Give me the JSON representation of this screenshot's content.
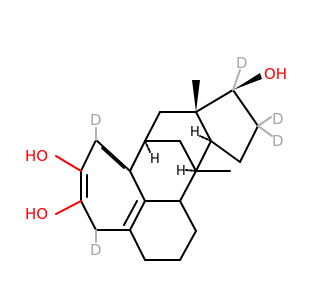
{
  "molecule": {
    "colors": {
      "bond": "#000000",
      "oxygen": "#ff0000",
      "deuterium": "#a6a6a6",
      "hydrogen": "#000000",
      "background": "#ffffff"
    },
    "labels": {
      "oh_top_right": "OH",
      "ho_left_upper": "HO",
      "ho_left_lower": "HO",
      "d_c17": "D",
      "d_c16_a": "D",
      "d_c16_b": "D",
      "d_ring_top": "D",
      "d_ring_bottom": "D",
      "h_c9": "H",
      "h_c14": "H",
      "h_c8": "H",
      "methyl_indicator": ""
    }
  }
}
